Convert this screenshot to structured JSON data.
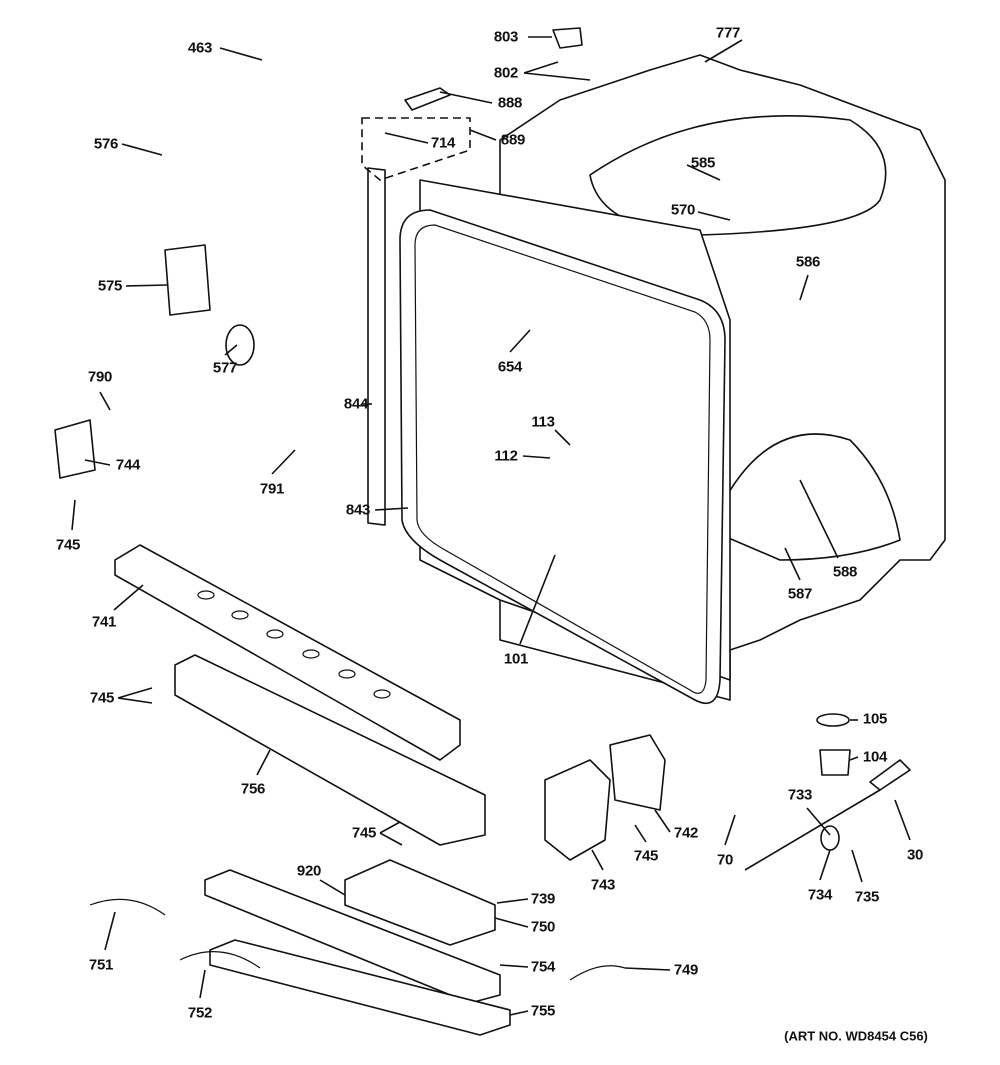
{
  "diagram": {
    "labels": [
      "463",
      "803",
      "777",
      "802",
      "888",
      "714",
      "889",
      "576",
      "585",
      "570",
      "575",
      "586",
      "654",
      "577",
      "790",
      "844",
      "113",
      "112",
      "744",
      "791",
      "843",
      "745",
      "588",
      "587",
      "741",
      "101",
      "105",
      "745",
      "104",
      "756",
      "733",
      "742",
      "745",
      "745",
      "70",
      "30",
      "743",
      "734",
      "735",
      "920",
      "739",
      "750",
      "751",
      "754",
      "749",
      "752",
      "755"
    ],
    "footer": "(ART NO. WD8454 C56)"
  }
}
